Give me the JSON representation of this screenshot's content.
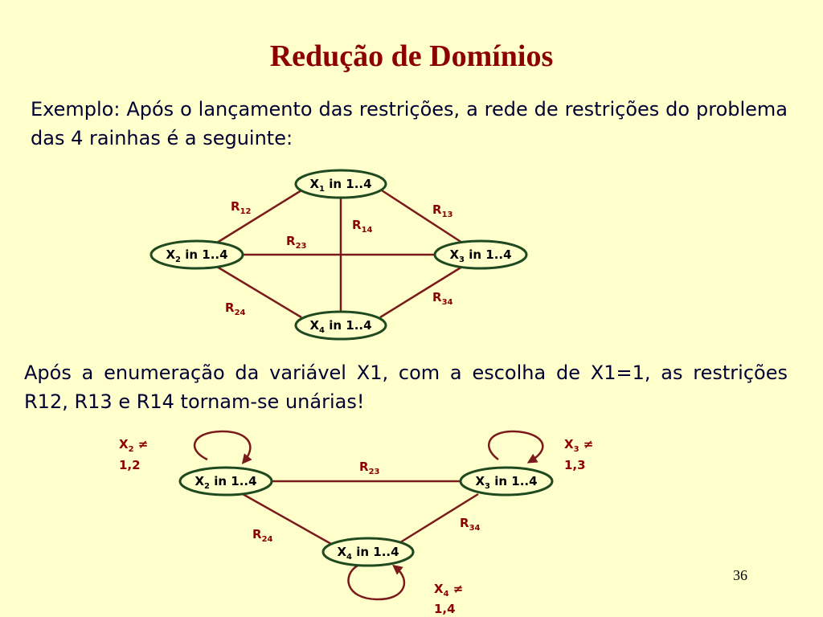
{
  "title": "Redução de Domínios",
  "paragraph1": "Exemplo: Após o lançamento das restrições, a rede de restrições do problema das 4 rainhas é a seguinte:",
  "paragraph2": "Após a enumeração da variável X1, com a escolha de X1=1, as restrições R12, R13 e R14 tornam-se unárias!",
  "slide_number": "36",
  "colors": {
    "background": "#ffffcc",
    "title": "#8b0000",
    "edge": "#7a1a1a",
    "node_border": "#1f4a1f",
    "edge_label": "#8b0000"
  },
  "diagram1": {
    "nodes": {
      "x1": {
        "var": "X",
        "sub": "1",
        "domain": " in 1..4"
      },
      "x2": {
        "var": "X",
        "sub": "2",
        "domain": " in 1..4"
      },
      "x3": {
        "var": "X",
        "sub": "3",
        "domain": " in 1..4"
      },
      "x4": {
        "var": "X",
        "sub": "4",
        "domain": " in 1..4"
      }
    },
    "edges": {
      "r12": {
        "name": "R",
        "sub": "12"
      },
      "r13": {
        "name": "R",
        "sub": "13"
      },
      "r14": {
        "name": "R",
        "sub": "14"
      },
      "r23": {
        "name": "R",
        "sub": "23"
      },
      "r24": {
        "name": "R",
        "sub": "24"
      },
      "r34": {
        "name": "R",
        "sub": "34"
      }
    }
  },
  "diagram2": {
    "nodes": {
      "x2": {
        "var": "X",
        "sub": "2",
        "domain": " in 1..4"
      },
      "x3": {
        "var": "X",
        "sub": "3",
        "domain": " in 1..4"
      },
      "x4": {
        "var": "X",
        "sub": "4",
        "domain": " in 1..4"
      }
    },
    "edges": {
      "r23": {
        "name": "R",
        "sub": "23"
      },
      "r24": {
        "name": "R",
        "sub": "24"
      },
      "r34": {
        "name": "R",
        "sub": "34"
      }
    },
    "unary": {
      "x2": {
        "var": "X",
        "sub": "2",
        "op": " ≠",
        "values": "1,2"
      },
      "x3": {
        "var": "X",
        "sub": "3",
        "op": " ≠",
        "values": "1,3"
      },
      "x4": {
        "var": "X",
        "sub": "4",
        "op": " ≠",
        "values": "1,4"
      }
    }
  }
}
